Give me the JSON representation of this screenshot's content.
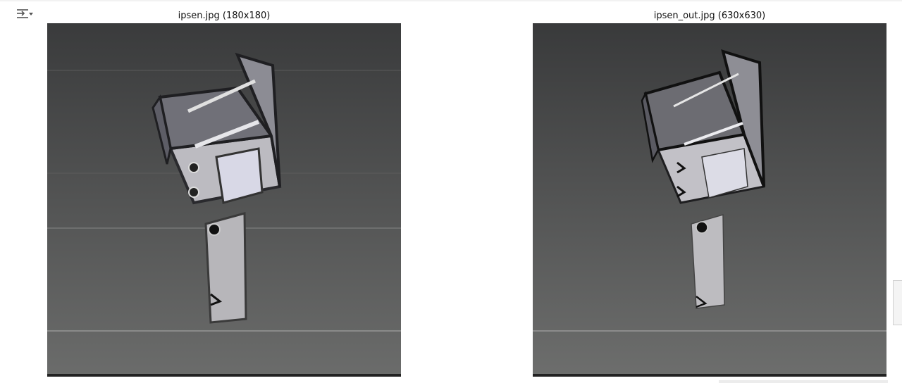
{
  "output": {
    "toggle_icon": "output-collapse-icon"
  },
  "figures": [
    {
      "title": "ipsen.jpg (180x180)",
      "image_description_icon": "bracket-render-image"
    },
    {
      "title": "ipsen_out.jpg (630x630)",
      "image_description_icon": "bracket-render-image"
    }
  ],
  "colors": {
    "background": "#ffffff",
    "render_bg_top": "#3a3b3c",
    "render_bg_bottom": "#6b6c6b",
    "bracket_light": "#c9c8cc",
    "bracket_dark": "#2b2b2e"
  }
}
